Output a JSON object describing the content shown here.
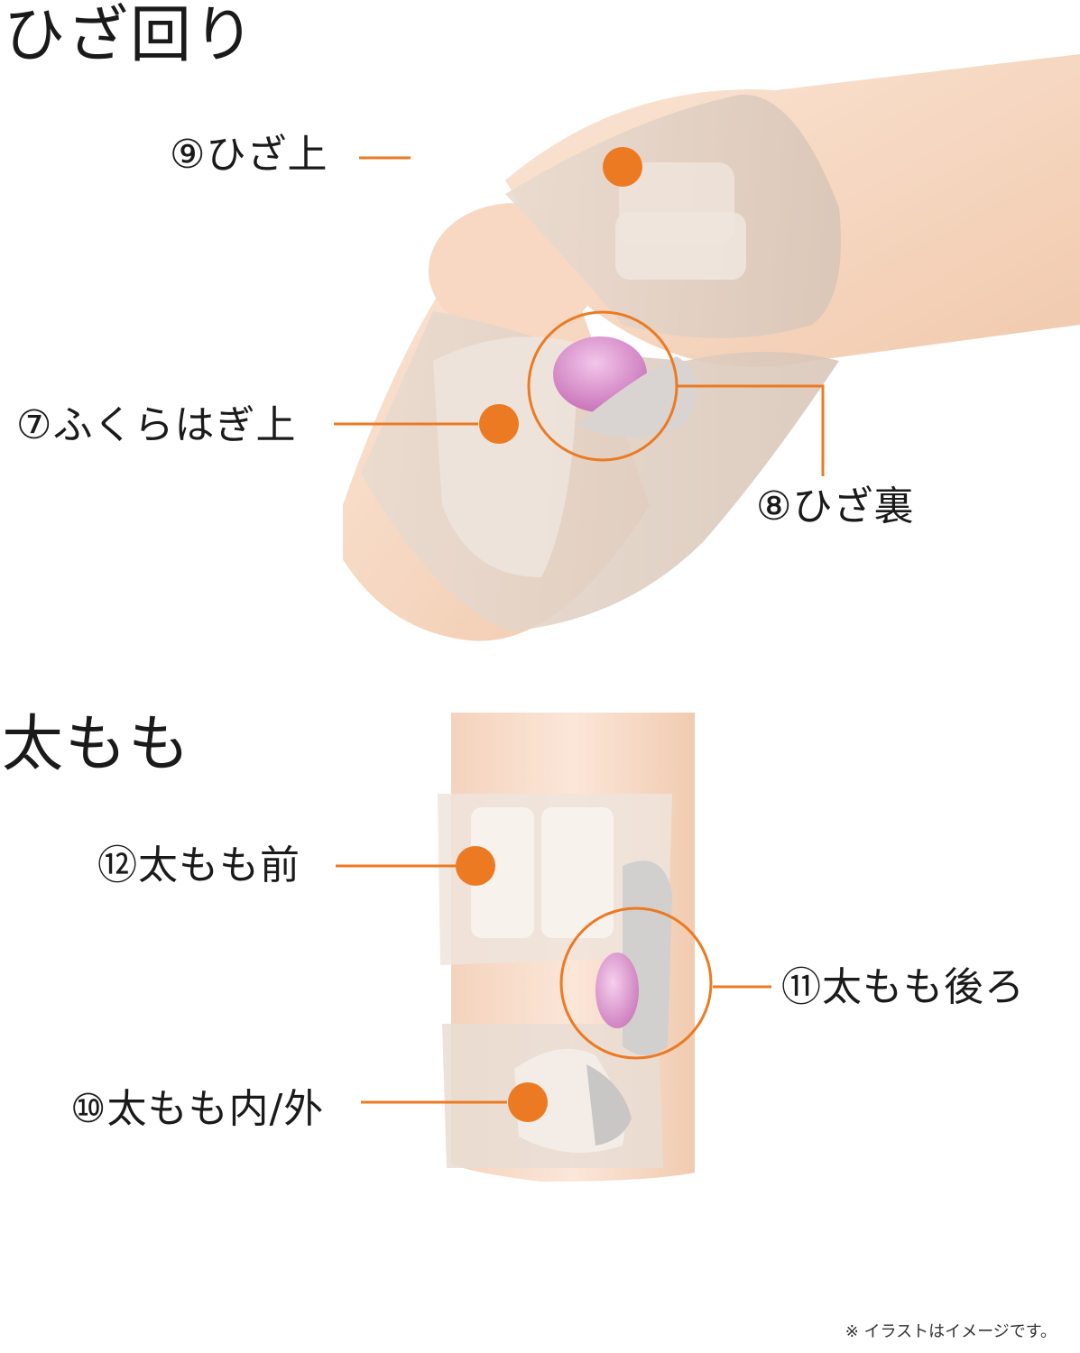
{
  "sections": {
    "knee": {
      "title": "ひざ回り",
      "labels": {
        "above_knee": "⑨ひざ上",
        "upper_calf": "⑦ふくらはぎ上",
        "back_of_knee": "⑧ひざ裏"
      }
    },
    "thigh": {
      "title": "太もも",
      "labels": {
        "front_thigh": "⑫太もも前",
        "back_thigh": "⑪太もも後ろ",
        "inner_outer_thigh": "⑩太もも内/外"
      }
    }
  },
  "note": "※ イラストはイメージです。",
  "colors": {
    "accent_orange": "#ec7a23",
    "skin": "#f6dcc8",
    "cuff": "#e3d2c6",
    "airbag_pink": "#d68ccb",
    "airbag_gray": "#c9c6c6"
  },
  "icons": [
    "orange-dot-marker",
    "magnifier-circle"
  ]
}
